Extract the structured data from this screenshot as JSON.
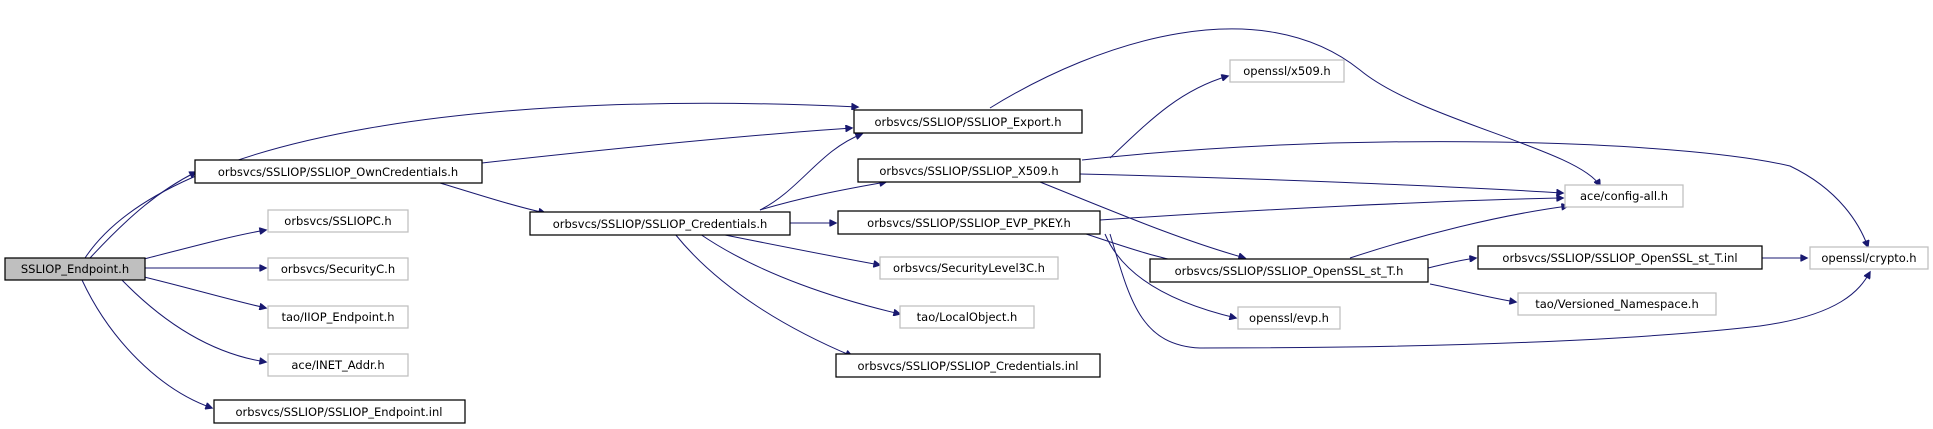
{
  "diagram": {
    "colors": {
      "edge": "#191970",
      "root_fill": "#bfbfbf",
      "external_border": "#bfbfbf",
      "node_border": "#000000"
    },
    "nodes": [
      {
        "id": "n_endpoint_h",
        "label": "SSLIOP_Endpoint.h",
        "style": "root"
      },
      {
        "id": "n_ownc",
        "label": "orbsvcs/SSLIOP/SSLIOP_OwnCredentials.h",
        "style": "normal"
      },
      {
        "id": "n_sslpc",
        "label": "orbsvcs/SSLIOPC.h",
        "style": "external"
      },
      {
        "id": "n_secc",
        "label": "orbsvcs/SecurityC.h",
        "style": "external"
      },
      {
        "id": "n_iiop",
        "label": "tao/IIOP_Endpoint.h",
        "style": "external"
      },
      {
        "id": "n_inet",
        "label": "ace/INET_Addr.h",
        "style": "external"
      },
      {
        "id": "n_endpoint_inl",
        "label": "orbsvcs/SSLIOP/SSLIOP_Endpoint.inl",
        "style": "normal"
      },
      {
        "id": "n_export",
        "label": "orbsvcs/SSLIOP/SSLIOP_Export.h",
        "style": "normal"
      },
      {
        "id": "n_cred",
        "label": "orbsvcs/SSLIOP/SSLIOP_Credentials.h",
        "style": "normal"
      },
      {
        "id": "n_x509",
        "label": "orbsvcs/SSLIOP/SSLIOP_X509.h",
        "style": "normal"
      },
      {
        "id": "n_evp",
        "label": "orbsvcs/SSLIOP/SSLIOP_EVP_PKEY.h",
        "style": "normal"
      },
      {
        "id": "n_sec3",
        "label": "orbsvcs/SecurityLevel3C.h",
        "style": "external"
      },
      {
        "id": "n_local",
        "label": "tao/LocalObject.h",
        "style": "external"
      },
      {
        "id": "n_cred_inl",
        "label": "orbsvcs/SSLIOP/SSLIOP_Credentials.inl",
        "style": "normal"
      },
      {
        "id": "n_ossl_x509",
        "label": "openssl/x509.h",
        "style": "external"
      },
      {
        "id": "n_config",
        "label": "ace/config-all.h",
        "style": "external"
      },
      {
        "id": "n_opensslst",
        "label": "orbsvcs/SSLIOP/SSLIOP_OpenSSL_st_T.h",
        "style": "normal"
      },
      {
        "id": "n_ossl_evp",
        "label": "openssl/evp.h",
        "style": "external"
      },
      {
        "id": "n_opensslst_inl",
        "label": "orbsvcs/SSLIOP/SSLIOP_OpenSSL_st_T.inl",
        "style": "normal"
      },
      {
        "id": "n_vns",
        "label": "tao/Versioned_Namespace.h",
        "style": "external"
      },
      {
        "id": "n_crypto",
        "label": "openssl/crypto.h",
        "style": "external"
      }
    ],
    "edges": [
      {
        "from": "n_endpoint_h",
        "to": "n_export"
      },
      {
        "from": "n_endpoint_h",
        "to": "n_ownc"
      },
      {
        "from": "n_endpoint_h",
        "to": "n_sslpc"
      },
      {
        "from": "n_endpoint_h",
        "to": "n_secc"
      },
      {
        "from": "n_endpoint_h",
        "to": "n_iiop"
      },
      {
        "from": "n_endpoint_h",
        "to": "n_inet"
      },
      {
        "from": "n_endpoint_h",
        "to": "n_endpoint_inl"
      },
      {
        "from": "n_ownc",
        "to": "n_export"
      },
      {
        "from": "n_ownc",
        "to": "n_cred"
      },
      {
        "from": "n_cred",
        "to": "n_export"
      },
      {
        "from": "n_cred",
        "to": "n_x509"
      },
      {
        "from": "n_cred",
        "to": "n_evp"
      },
      {
        "from": "n_cred",
        "to": "n_sec3"
      },
      {
        "from": "n_cred",
        "to": "n_local"
      },
      {
        "from": "n_cred",
        "to": "n_cred_inl"
      },
      {
        "from": "n_export",
        "to": "n_config"
      },
      {
        "from": "n_x509",
        "to": "n_ossl_x509"
      },
      {
        "from": "n_x509",
        "to": "n_config"
      },
      {
        "from": "n_x509",
        "to": "n_crypto"
      },
      {
        "from": "n_x509",
        "to": "n_opensslst"
      },
      {
        "from": "n_evp",
        "to": "n_config"
      },
      {
        "from": "n_evp",
        "to": "n_opensslst"
      },
      {
        "from": "n_evp",
        "to": "n_ossl_evp"
      },
      {
        "from": "n_evp",
        "to": "n_crypto"
      },
      {
        "from": "n_opensslst",
        "to": "n_config"
      },
      {
        "from": "n_opensslst",
        "to": "n_opensslst_inl"
      },
      {
        "from": "n_opensslst",
        "to": "n_vns"
      },
      {
        "from": "n_opensslst_inl",
        "to": "n_crypto"
      }
    ]
  }
}
